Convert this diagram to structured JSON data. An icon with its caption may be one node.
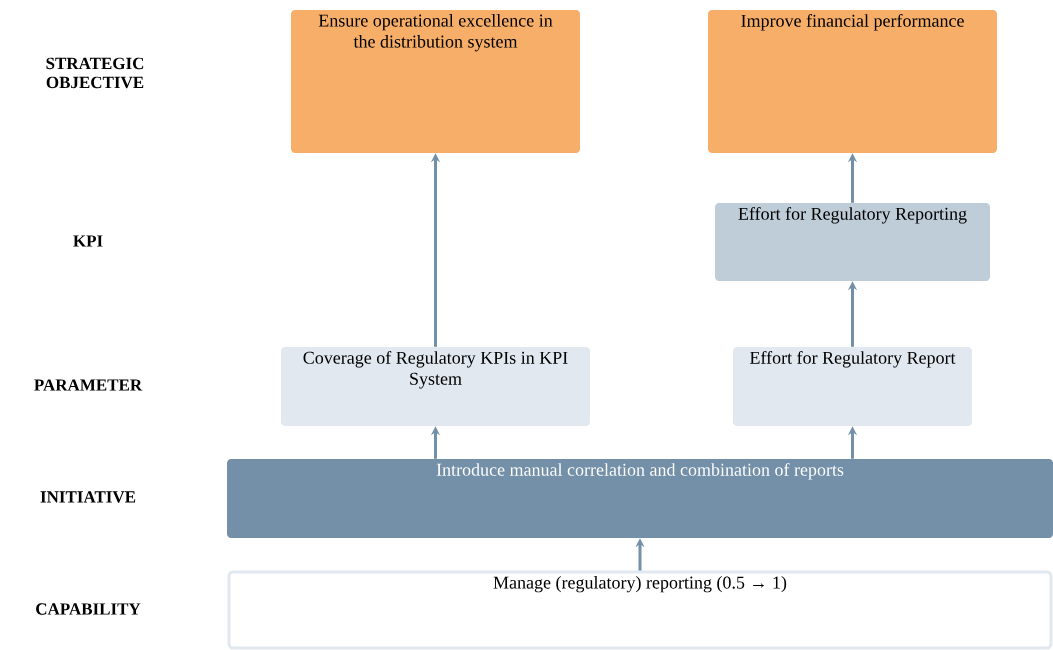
{
  "diagram": {
    "nodes": [
      {
        "text": [
          "Ensure operational excellence in the distribution system"
        ]
      },
      {
        "text": [
          "Improve financial performance"
        ]
      },
      {
        "text": [
          "Effort for Regulatory Reporting"
        ]
      },
      {
        "text": [
          "Coverage of Regulatory KPIs in KPI System"
        ]
      },
      {
        "text": [
          "Effort for Regulatory Report"
        ]
      },
      {
        "text": [
          "Introduce manual correlation and combination of reports"
        ]
      },
      {
        "text": [
          "Manage (regulatory) reporting (0.5 → 1)"
        ]
      }
    ],
    "edges": [
      {
        "from": 3,
        "to": 0,
        "arrow": "to"
      },
      {
        "from": 2,
        "to": 1,
        "arrow": "to"
      },
      {
        "from": 4,
        "to": 2,
        "arrow": "to"
      },
      {
        "from": 5,
        "to": 3,
        "arrow": "to"
      },
      {
        "from": 5,
        "to": 4,
        "arrow": "to"
      },
      {
        "from": 6,
        "to": 5,
        "arrow": "to"
      }
    ],
    "labels": [
      "STRATEGIC OBJECTIVE",
      "KPI",
      "PARAMETER",
      "INITIATIVE",
      "CAPABILITY"
    ]
  }
}
